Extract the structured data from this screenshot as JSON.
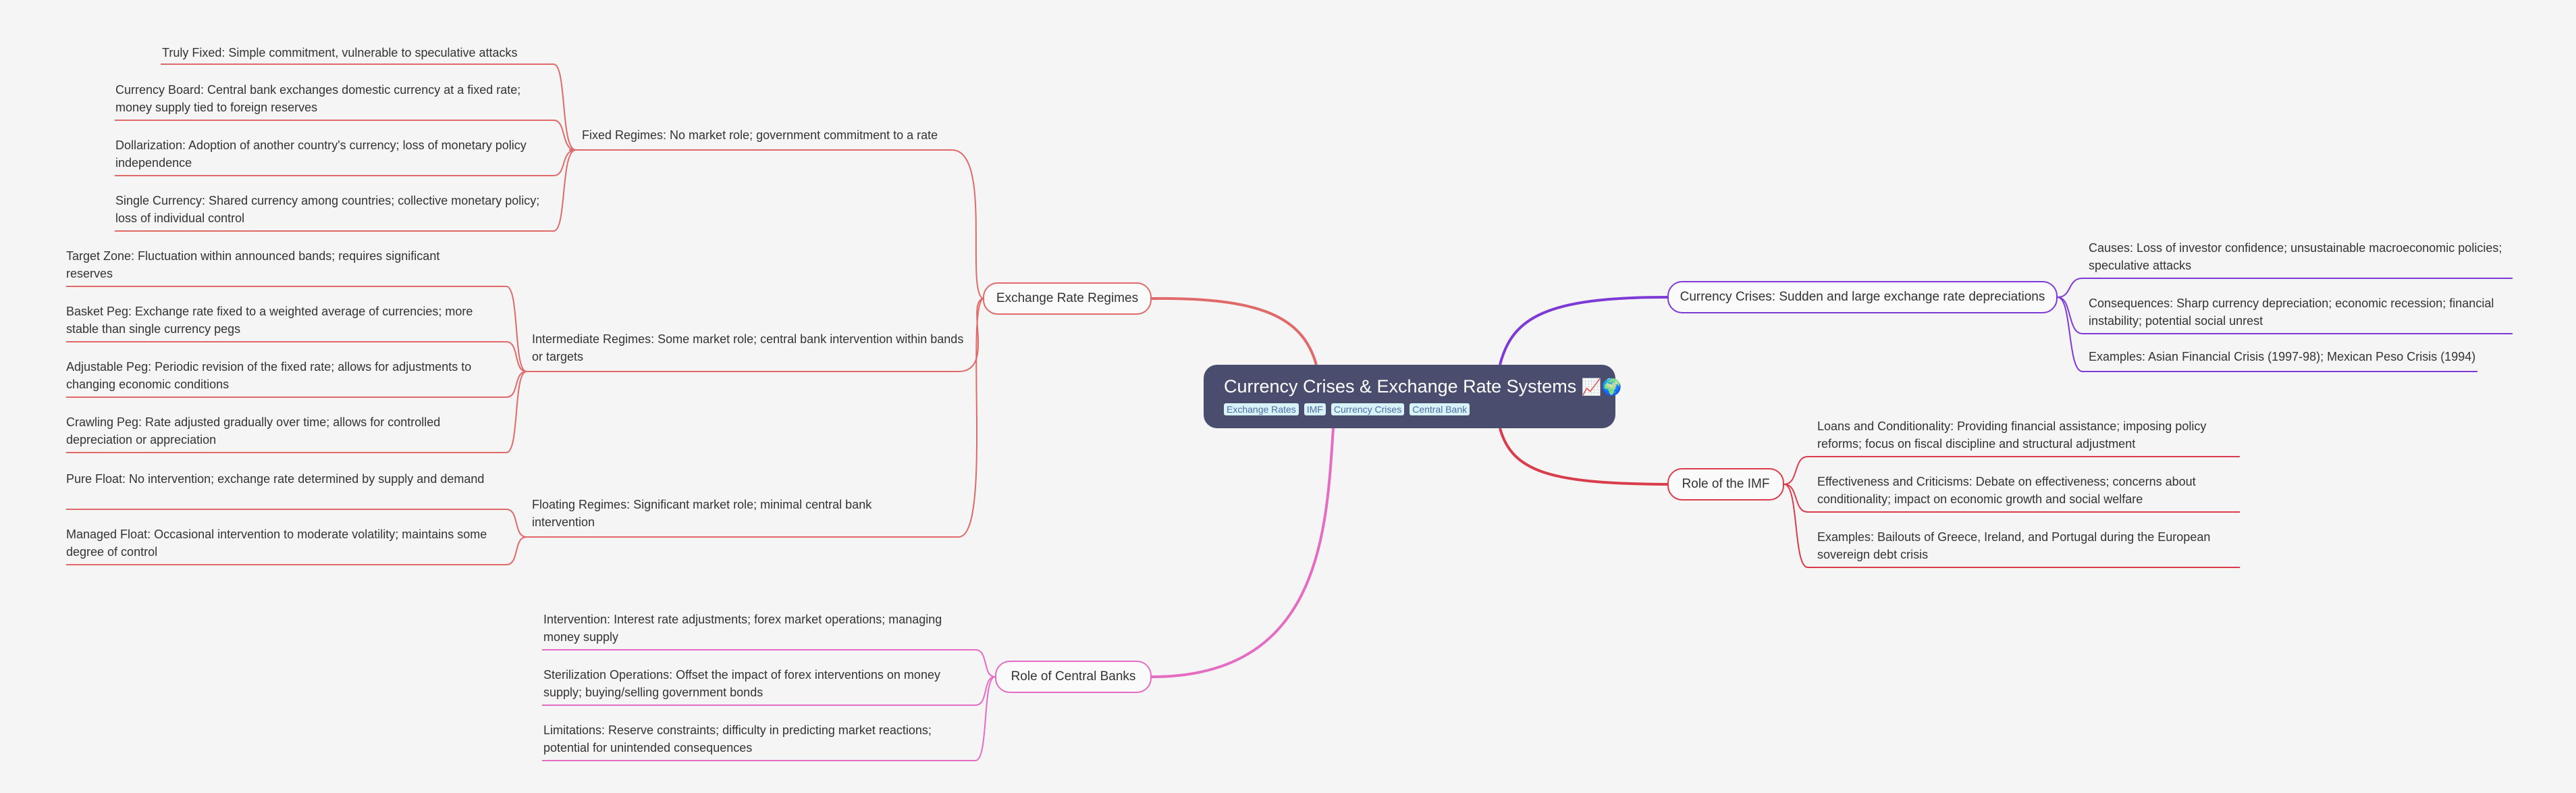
{
  "root": {
    "title": "Currency Crises & Exchange Rate Systems",
    "emoji": "📈🌍",
    "tags": [
      "Exchange Rates",
      "IMF",
      "Currency Crises",
      "Central Bank"
    ]
  },
  "colors": {
    "background": "#f5f5f5",
    "root_fill": "#4a4d6e",
    "exchange_rate_regimes": "#e06a6a",
    "central_banks": "#e46cc2",
    "currency_crises": "#7e3ad6",
    "imf": "#d93c4a"
  },
  "branches": {
    "exchange_rate_regimes": {
      "label": "Exchange Rate Regimes",
      "fixed": {
        "label": "Fixed Regimes: No market role; government commitment to a rate",
        "items": [
          "Truly Fixed: Simple commitment, vulnerable to speculative attacks",
          "Currency Board: Central bank exchanges domestic currency at a fixed rate; money supply tied to foreign reserves",
          "Dollarization: Adoption of another country's currency; loss of monetary policy independence",
          "Single Currency: Shared currency among countries; collective monetary policy; loss of individual control"
        ]
      },
      "intermediate": {
        "label": "Intermediate Regimes: Some market role; central bank intervention within bands or targets",
        "items": [
          "Target Zone: Fluctuation within announced bands; requires significant reserves",
          "Basket Peg: Exchange rate fixed to a weighted average of currencies; more stable than single currency pegs",
          "Adjustable Peg: Periodic revision of the fixed rate; allows for adjustments to changing economic conditions",
          "Crawling Peg: Rate adjusted gradually over time; allows for controlled depreciation or appreciation"
        ]
      },
      "floating": {
        "label": "Floating Regimes: Significant market role; minimal central bank intervention",
        "items": [
          "Pure Float: No intervention; exchange rate determined by supply and demand",
          "Managed Float: Occasional intervention to moderate volatility; maintains some degree of control"
        ]
      }
    },
    "central_banks": {
      "label": "Role of Central Banks",
      "items": [
        "Intervention: Interest rate adjustments; forex market operations; managing money supply",
        "Sterilization Operations: Offset the impact of forex interventions on money supply; buying/selling government bonds",
        "Limitations: Reserve constraints; difficulty in predicting market reactions; potential for unintended consequences"
      ]
    },
    "currency_crises": {
      "label": "Currency Crises: Sudden and large exchange rate depreciations",
      "items": [
        "Causes: Loss of investor confidence; unsustainable macroeconomic policies; speculative attacks",
        "Consequences: Sharp currency depreciation; economic recession; financial instability; potential social unrest",
        "Examples: Asian Financial Crisis (1997-98); Mexican Peso Crisis (1994)"
      ]
    },
    "imf": {
      "label": "Role of the IMF",
      "items": [
        "Loans and Conditionality: Providing financial assistance; imposing policy reforms; focus on fiscal discipline and structural adjustment",
        "Effectiveness and Criticisms: Debate on effectiveness; concerns about conditionality; impact on economic growth and social welfare",
        "Examples: Bailouts of Greece, Ireland, and Portugal during the European sovereign debt crisis"
      ]
    }
  }
}
